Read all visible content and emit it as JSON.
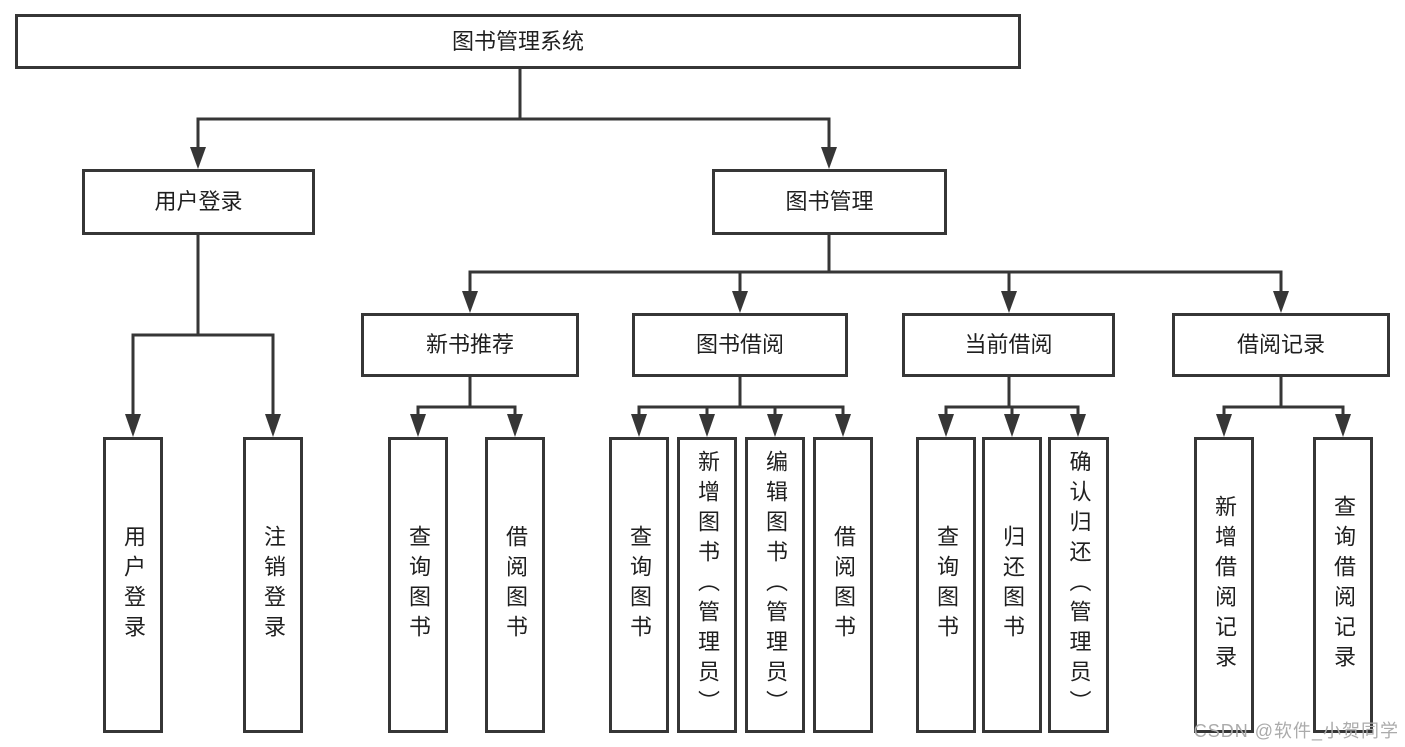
{
  "tree": {
    "label": "图书管理系统",
    "children": [
      {
        "label": "用户登录",
        "children": [
          {
            "label": "用户登录"
          },
          {
            "label": "注销登录"
          }
        ]
      },
      {
        "label": "图书管理",
        "children": [
          {
            "label": "新书推荐",
            "children": [
              {
                "label": "查询图书"
              },
              {
                "label": "借阅图书"
              }
            ]
          },
          {
            "label": "图书借阅",
            "children": [
              {
                "label": "查询图书"
              },
              {
                "label": "新增图书（管理员）"
              },
              {
                "label": "编辑图书（管理员）"
              },
              {
                "label": "借阅图书"
              }
            ]
          },
          {
            "label": "当前借阅",
            "children": [
              {
                "label": "查询图书"
              },
              {
                "label": "归还图书"
              },
              {
                "label": "确认归还（管理员）"
              }
            ]
          },
          {
            "label": "借阅记录",
            "children": [
              {
                "label": "新增借阅记录"
              },
              {
                "label": "查询借阅记录"
              }
            ]
          }
        ]
      }
    ]
  },
  "watermark": {
    "text": "CSDN @软件_小贺同学"
  },
  "colors": {
    "line": "#363636",
    "box_border": "#363636",
    "text": "#1f1f1f",
    "watermark": "#ababab",
    "background": "#ffffff"
  }
}
